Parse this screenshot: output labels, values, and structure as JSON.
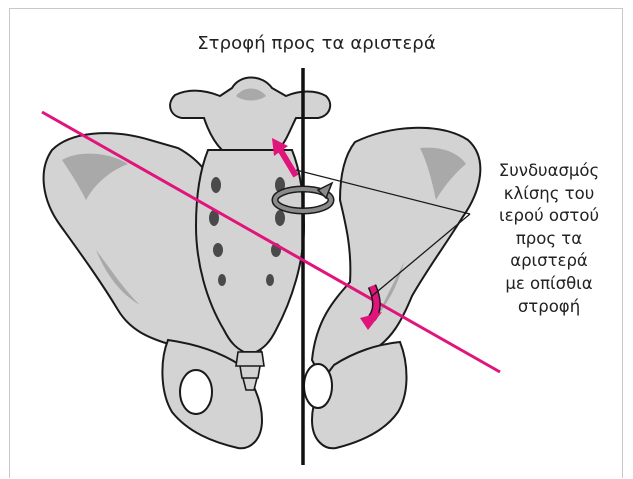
{
  "title": "Στροφή προς τα αριστερά",
  "callout": {
    "lines": [
      "Συνδυασμός",
      "κλίσης του",
      "ιερού οστού",
      "προς τα",
      "αριστερά",
      "με οπίσθια",
      "στροφή"
    ]
  },
  "colors": {
    "bone_fill": "#d3d3d3",
    "bone_shadow": "#a9a9a9",
    "outline": "#1a1a1a",
    "axis_line": "#e0147a",
    "arrow_magenta": "#e0147a",
    "rotation_arrow": "#8a8a8a"
  },
  "icons": {
    "rotation": "curved-rotation-arrow-icon",
    "tilt_up": "curved-arrow-up-icon",
    "tilt_down": "curved-arrow-down-icon"
  }
}
